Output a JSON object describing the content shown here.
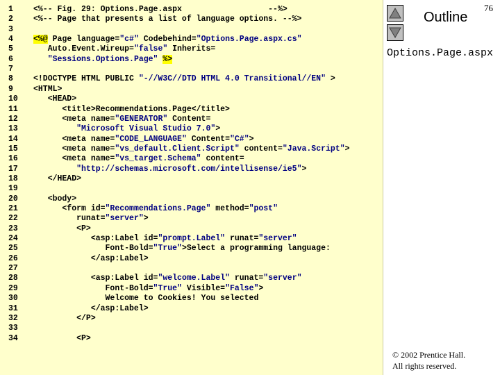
{
  "slide": {
    "page_number": "76",
    "outline_title": "Outline",
    "file_title": "Options.Page.aspx",
    "copyright_line1": "© 2002 Prentice Hall.",
    "copyright_line2": "All rights reserved."
  },
  "navigation": {
    "up_icon": "triangle-up-icon",
    "down_icon": "triangle-down-icon"
  },
  "colors": {
    "code_background": "#ffffcc",
    "nav_button": "#c0c0c0",
    "string_text": "#000080",
    "highlight": "#ffff00"
  },
  "code": {
    "lines": [
      {
        "n": "1",
        "segments": [
          {
            "t": "<%-- Fig. 29: Options.Page.aspx                  --%>",
            "k": "tag"
          }
        ]
      },
      {
        "n": "2",
        "segments": [
          {
            "t": "<%-- Page that presents a list of language options. --%>",
            "k": "tag"
          }
        ]
      },
      {
        "n": "3",
        "segments": []
      },
      {
        "n": "4",
        "segments": [
          {
            "t": "<%@",
            "k": "hl"
          },
          {
            "t": " Page language=",
            "k": "tag"
          },
          {
            "t": "\"c#\"",
            "k": "str"
          },
          {
            "t": " Codebehind=",
            "k": "tag"
          },
          {
            "t": "\"Options.Page.aspx.cs\"",
            "k": "str"
          }
        ]
      },
      {
        "n": "5",
        "segments": [
          {
            "t": "   Auto.Event.Wireup=",
            "k": "tag"
          },
          {
            "t": "\"false\"",
            "k": "str"
          },
          {
            "t": " Inherits=",
            "k": "tag"
          }
        ]
      },
      {
        "n": "6",
        "segments": [
          {
            "t": "   ",
            "k": "tag"
          },
          {
            "t": "\"Sessions.Options.Page\"",
            "k": "str"
          },
          {
            "t": " ",
            "k": "tag"
          },
          {
            "t": "%>",
            "k": "hl"
          }
        ]
      },
      {
        "n": "7",
        "segments": []
      },
      {
        "n": "8",
        "segments": [
          {
            "t": "<!DOCTYPE HTML PUBLIC ",
            "k": "tag"
          },
          {
            "t": "\"-//W3C//DTD HTML 4.0 Transitional//EN\"",
            "k": "str"
          },
          {
            "t": " >",
            "k": "tag"
          }
        ]
      },
      {
        "n": "9",
        "segments": [
          {
            "t": "<HTML>",
            "k": "tag"
          }
        ]
      },
      {
        "n": "10",
        "segments": [
          {
            "t": "   <HEAD>",
            "k": "tag"
          }
        ]
      },
      {
        "n": "11",
        "segments": [
          {
            "t": "      <title>Recommendations.Page</title>",
            "k": "tag"
          }
        ]
      },
      {
        "n": "12",
        "segments": [
          {
            "t": "      <meta name=",
            "k": "tag"
          },
          {
            "t": "\"GENERATOR\"",
            "k": "str"
          },
          {
            "t": " Content=",
            "k": "tag"
          }
        ]
      },
      {
        "n": "13",
        "segments": [
          {
            "t": "         ",
            "k": "tag"
          },
          {
            "t": "\"Microsoft Visual Studio 7.0\"",
            "k": "str"
          },
          {
            "t": ">",
            "k": "tag"
          }
        ]
      },
      {
        "n": "14",
        "segments": [
          {
            "t": "      <meta name=",
            "k": "tag"
          },
          {
            "t": "\"CODE_LANGUAGE\"",
            "k": "str"
          },
          {
            "t": " Content=",
            "k": "tag"
          },
          {
            "t": "\"C#\"",
            "k": "str"
          },
          {
            "t": ">",
            "k": "tag"
          }
        ]
      },
      {
        "n": "15",
        "segments": [
          {
            "t": "      <meta name=",
            "k": "tag"
          },
          {
            "t": "\"vs_default.Client.Script\"",
            "k": "str"
          },
          {
            "t": " content=",
            "k": "tag"
          },
          {
            "t": "\"Java.Script\"",
            "k": "str"
          },
          {
            "t": ">",
            "k": "tag"
          }
        ]
      },
      {
        "n": "16",
        "segments": [
          {
            "t": "      <meta name=",
            "k": "tag"
          },
          {
            "t": "\"vs_target.Schema\"",
            "k": "str"
          },
          {
            "t": " content=",
            "k": "tag"
          }
        ]
      },
      {
        "n": "17",
        "segments": [
          {
            "t": "         ",
            "k": "tag"
          },
          {
            "t": "\"http://schemas.microsoft.com/intellisense/ie5\"",
            "k": "str"
          },
          {
            "t": ">",
            "k": "tag"
          }
        ]
      },
      {
        "n": "18",
        "segments": [
          {
            "t": "   </HEAD>",
            "k": "tag"
          }
        ]
      },
      {
        "n": "19",
        "segments": []
      },
      {
        "n": "20",
        "segments": [
          {
            "t": "   <body>",
            "k": "tag"
          }
        ]
      },
      {
        "n": "21",
        "segments": [
          {
            "t": "      <form id=",
            "k": "tag"
          },
          {
            "t": "\"Recommendations.Page\"",
            "k": "str"
          },
          {
            "t": " method=",
            "k": "tag"
          },
          {
            "t": "\"post\"",
            "k": "str"
          }
        ]
      },
      {
        "n": "22",
        "segments": [
          {
            "t": "         runat=",
            "k": "tag"
          },
          {
            "t": "\"server\"",
            "k": "str"
          },
          {
            "t": ">",
            "k": "tag"
          }
        ]
      },
      {
        "n": "23",
        "segments": [
          {
            "t": "         <P>",
            "k": "tag"
          }
        ]
      },
      {
        "n": "24",
        "segments": [
          {
            "t": "            <asp:Label id=",
            "k": "tag"
          },
          {
            "t": "\"prompt.Label\"",
            "k": "str"
          },
          {
            "t": " runat=",
            "k": "tag"
          },
          {
            "t": "\"server\"",
            "k": "str"
          }
        ]
      },
      {
        "n": "25",
        "segments": [
          {
            "t": "               Font-Bold=",
            "k": "tag"
          },
          {
            "t": "\"True\"",
            "k": "str"
          },
          {
            "t": ">Select a programming language:",
            "k": "tag"
          }
        ]
      },
      {
        "n": "26",
        "segments": [
          {
            "t": "            </asp:Label>",
            "k": "tag"
          }
        ]
      },
      {
        "n": "27",
        "segments": []
      },
      {
        "n": "28",
        "segments": [
          {
            "t": "            <asp:Label id=",
            "k": "tag"
          },
          {
            "t": "\"welcome.Label\"",
            "k": "str"
          },
          {
            "t": " runat=",
            "k": "tag"
          },
          {
            "t": "\"server\"",
            "k": "str"
          }
        ]
      },
      {
        "n": "29",
        "segments": [
          {
            "t": "               Font-Bold=",
            "k": "tag"
          },
          {
            "t": "\"True\"",
            "k": "str"
          },
          {
            "t": " Visible=",
            "k": "tag"
          },
          {
            "t": "\"False\"",
            "k": "str"
          },
          {
            "t": ">",
            "k": "tag"
          }
        ]
      },
      {
        "n": "30",
        "segments": [
          {
            "t": "               Welcome to Cookies! You selected",
            "k": "tag"
          }
        ]
      },
      {
        "n": "31",
        "segments": [
          {
            "t": "            </asp:Label>",
            "k": "tag"
          }
        ]
      },
      {
        "n": "32",
        "segments": [
          {
            "t": "         </P>",
            "k": "tag"
          }
        ]
      },
      {
        "n": "33",
        "segments": []
      },
      {
        "n": "34",
        "segments": [
          {
            "t": "         <P>",
            "k": "tag"
          }
        ]
      }
    ]
  }
}
